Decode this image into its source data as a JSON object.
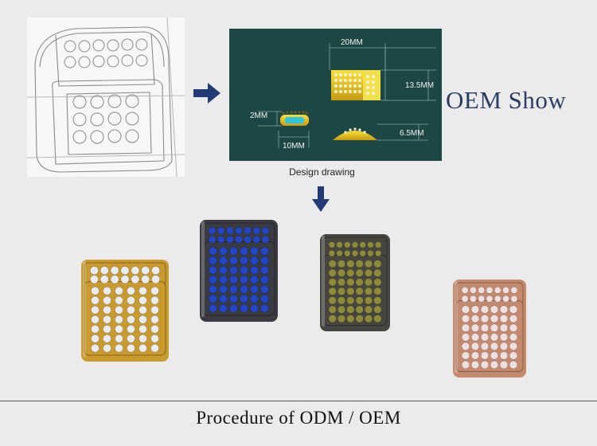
{
  "oem_show": "OEM Show",
  "design": {
    "caption": "Design drawing",
    "dim_width": "20MM",
    "dim_height": "13.5MM",
    "dim_side_thickness": "2MM",
    "dim_side_width": "10MM",
    "dim_arc_height": "6.5MM"
  },
  "products": [
    {
      "finish": "gold",
      "stone": "clear",
      "metal_color": "#c99a2e",
      "stone_color": "#e9ecef"
    },
    {
      "finish": "gunmetal",
      "stone": "blue",
      "metal_color": "#3a3b40",
      "stone_color": "#2345c8"
    },
    {
      "finish": "gunmetal",
      "stone": "olive",
      "metal_color": "#46453f",
      "stone_color": "#8d8a3a"
    },
    {
      "finish": "rose-gold",
      "stone": "pink",
      "metal_color": "#c58a6e",
      "stone_color": "#eedfe0"
    }
  ],
  "footer": {
    "title": "Procedure of ODM / OEM"
  }
}
